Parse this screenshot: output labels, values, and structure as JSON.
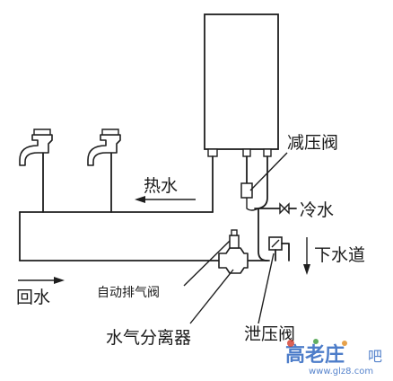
{
  "labels": {
    "pressure_reducing_valve": "减压阀",
    "hot_water": "热水",
    "cold_water": "冷水",
    "drain": "下水道",
    "return_water": "回水",
    "auto_vent_valve": "自动排气阀",
    "water_air_separator": "水气分离器",
    "pressure_relief_valve": "泄压阀"
  },
  "watermark": {
    "logo_text": "高老庄",
    "suffix": "吧",
    "url": "www.glz8.com"
  },
  "colors": {
    "line": "#1e1e1e",
    "text": "#1a1a1a",
    "watermark_blue": "#3a6fc4",
    "watermark_red": "#d23a2a",
    "watermark_green": "#3a9a3a",
    "watermark_orange": "#e08a1e"
  }
}
